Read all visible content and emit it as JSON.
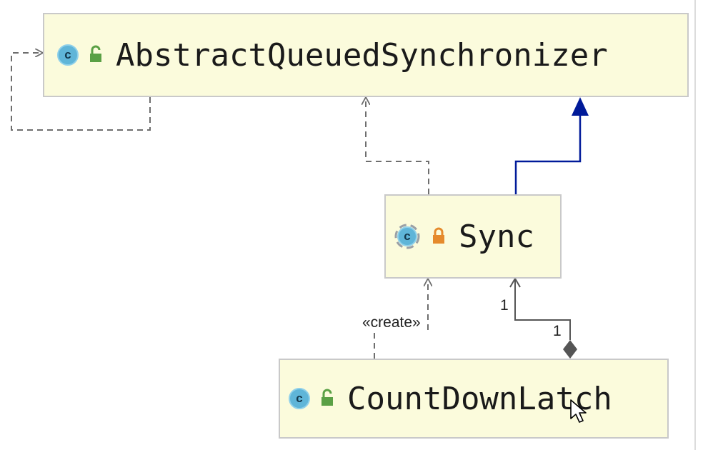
{
  "diagram": {
    "classes": {
      "aqs": {
        "name": "AbstractQueuedSynchronizer",
        "kind_icon": "class-icon",
        "kind_letter": "c",
        "visibility_icon": "public-unlock-icon"
      },
      "sync": {
        "name": "Sync",
        "kind_icon": "abstract-class-icon",
        "kind_letter": "c",
        "visibility_icon": "private-lock-icon"
      },
      "cdl": {
        "name": "CountDownLatch",
        "kind_icon": "class-icon",
        "kind_letter": "c",
        "visibility_icon": "public-unlock-icon"
      }
    },
    "relations": {
      "self_dependency": "",
      "sync_depends_aqs": "",
      "sync_extends_aqs": "",
      "cdl_creates_sync": {
        "stereotype": "«create»"
      },
      "cdl_composes_sync": {
        "source_multiplicity": "1",
        "target_multiplicity": "1"
      }
    },
    "colors": {
      "class_fill": "#fbfbdc",
      "class_border": "#c9c9c9",
      "dependency_line": "#6e6e6e",
      "inheritance_line": "#001a99",
      "composition_diamond": "#555555",
      "class_icon": "#5fb5d8",
      "public_icon": "#5aa045",
      "private_icon": "#e58a2c"
    }
  }
}
